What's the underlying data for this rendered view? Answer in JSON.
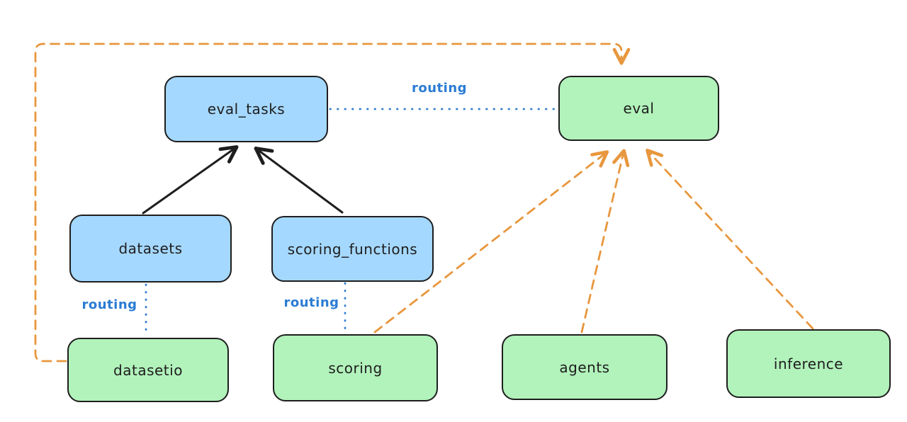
{
  "diagram": {
    "type": "architecture-diagram",
    "nodes": {
      "eval_tasks": {
        "label": "eval_tasks",
        "fill": "#a5d8ff"
      },
      "eval": {
        "label": "eval",
        "fill": "#b2f2bb"
      },
      "datasets": {
        "label": "datasets",
        "fill": "#a5d8ff"
      },
      "scoring_functions": {
        "label": "scoring_functions",
        "fill": "#a5d8ff"
      },
      "datasetio": {
        "label": "datasetio",
        "fill": "#b2f2bb"
      },
      "scoring": {
        "label": "scoring",
        "fill": "#b2f2bb"
      },
      "agents": {
        "label": "agents",
        "fill": "#b2f2bb"
      },
      "inference": {
        "label": "inference",
        "fill": "#b2f2bb"
      }
    },
    "labels": {
      "routing_top": "routing",
      "routing_datasets": "routing",
      "routing_scoring": "routing"
    },
    "edges": [
      {
        "from": "datasets",
        "to": "eval_tasks",
        "style": "solid",
        "color": "#1e1e1e",
        "arrowhead": true
      },
      {
        "from": "scoring_functions",
        "to": "eval_tasks",
        "style": "solid",
        "color": "#1e1e1e",
        "arrowhead": true
      },
      {
        "from": "eval_tasks",
        "to": "eval",
        "style": "dotted",
        "color": "#2b7cd3",
        "arrowhead": false,
        "label": "routing"
      },
      {
        "from": "datasets",
        "to": "datasetio",
        "style": "dotted",
        "color": "#2b7cd3",
        "arrowhead": false,
        "label": "routing"
      },
      {
        "from": "scoring_functions",
        "to": "scoring",
        "style": "dotted",
        "color": "#2b7cd3",
        "arrowhead": false,
        "label": "routing"
      },
      {
        "from": "datasetio",
        "to": "eval",
        "style": "dashed",
        "color": "#e8973e",
        "arrowhead": true,
        "route": "left-up-over-top"
      },
      {
        "from": "scoring",
        "to": "eval",
        "style": "dashed",
        "color": "#e8973e",
        "arrowhead": true
      },
      {
        "from": "agents",
        "to": "eval",
        "style": "dashed",
        "color": "#e8973e",
        "arrowhead": true
      },
      {
        "from": "inference",
        "to": "eval",
        "style": "dashed",
        "color": "#e8973e",
        "arrowhead": true
      }
    ],
    "colors": {
      "background": "#ffffff",
      "stroke": "#1e1e1e",
      "blue_fill": "#a5d8ff",
      "green_fill": "#b2f2bb",
      "routing_blue": "#2b7cd3",
      "orange": "#e8973e"
    }
  }
}
